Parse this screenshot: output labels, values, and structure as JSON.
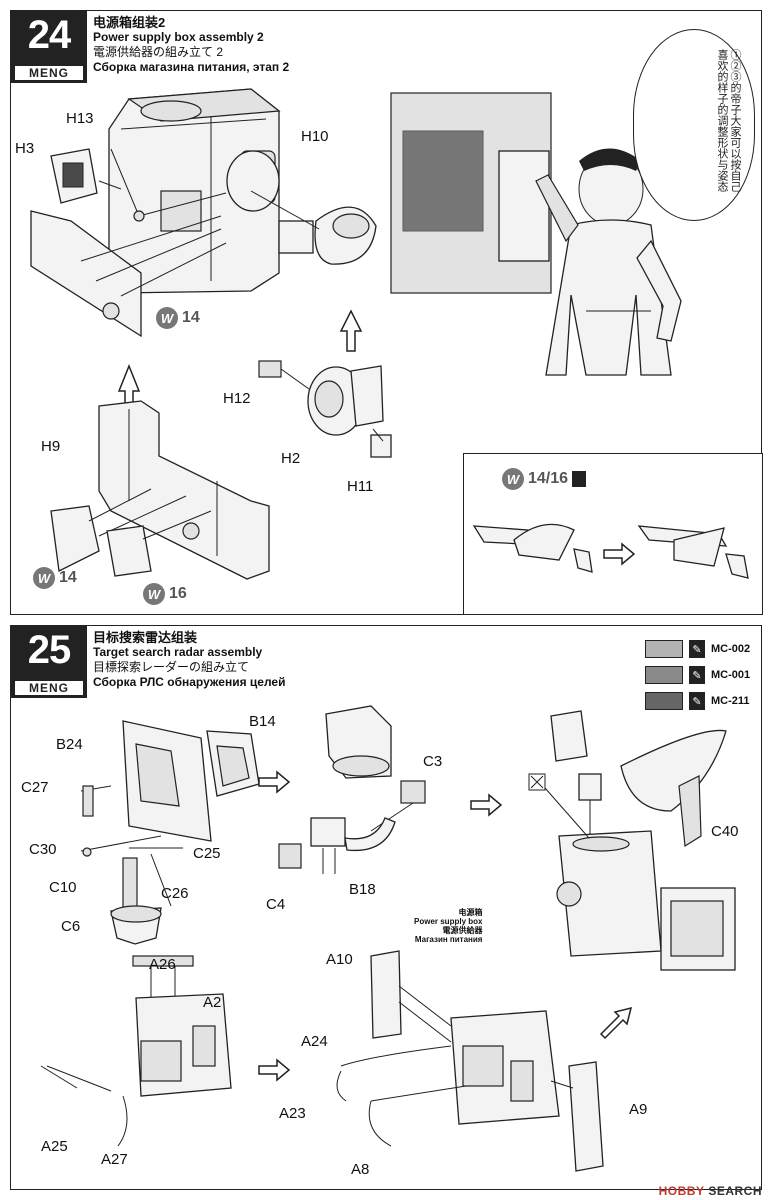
{
  "step24": {
    "number": "24",
    "brand": "MENG",
    "title_cn": "电源箱组装2",
    "title_en": "Power supply box assembly 2",
    "title_jp": "電源供給器の組み立て 2",
    "title_ru": "Сборка магазина питания, этап 2",
    "labels": [
      "H13",
      "H3",
      "H10",
      "H9",
      "H12",
      "H2",
      "H11"
    ],
    "glue1": "14",
    "glue2": "14",
    "glue3": "16",
    "subbox_glue": "14/16",
    "speech": "①②③的帝子大家可以按自己喜欢的样子的调整形状与姿态",
    "glue_badge": "W"
  },
  "step25": {
    "number": "25",
    "brand": "MENG",
    "title_cn": "目标搜索雷达组装",
    "title_en": "Target search radar assembly",
    "title_jp": "目標探索レーダーの組み立て",
    "title_ru": "Сборка РЛС обнаружения целей",
    "labels": [
      "B14",
      "B24",
      "C27",
      "C30",
      "C25",
      "C10",
      "C26",
      "C6",
      "C3",
      "C4",
      "B18",
      "C40",
      "A26",
      "A2",
      "A25",
      "A27",
      "A10",
      "A24",
      "A23",
      "A8",
      "A9"
    ],
    "power_box_cn": "电源箱",
    "power_box_en": "Power supply box",
    "power_box_jp": "電源供給器",
    "power_box_ru": "Магазин питания",
    "colors": [
      {
        "code": "MC-002",
        "hex": "#b3b3b3"
      },
      {
        "code": "MC-001",
        "hex": "#8a8a8a"
      },
      {
        "code": "MC-211",
        "hex": "#666666"
      }
    ]
  },
  "footer": {
    "brand": "HOBBY",
    "rest": " SEARCH"
  }
}
